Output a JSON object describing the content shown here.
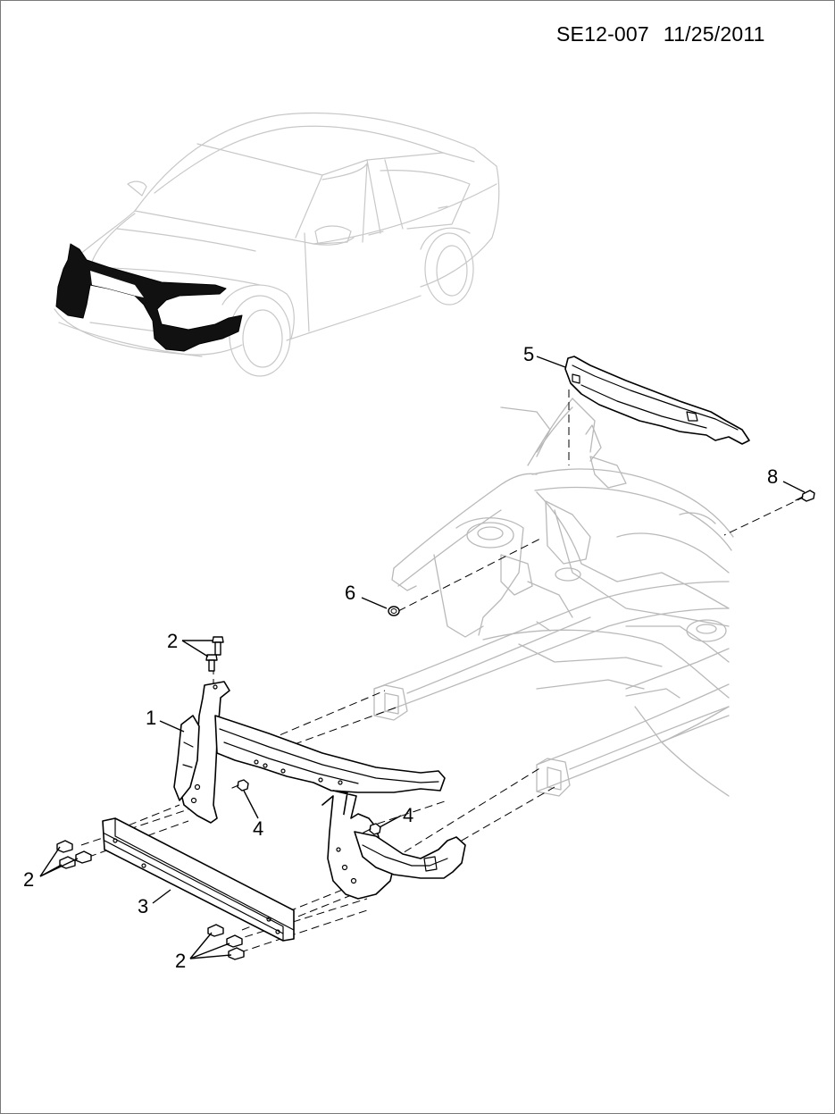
{
  "header": {
    "code": "SE12-007",
    "date": "11/25/2011"
  },
  "callouts": {
    "c1": "1",
    "c2a": "2",
    "c2b": "2",
    "c2c": "2",
    "c3": "3",
    "c4a": "4",
    "c4b": "4",
    "c5": "5",
    "c6": "6",
    "c8": "8"
  }
}
